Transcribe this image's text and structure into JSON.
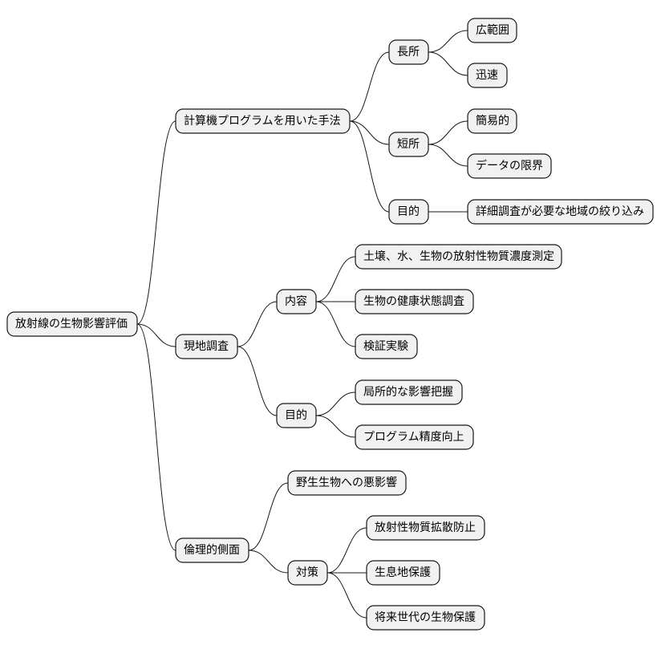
{
  "root": {
    "label": "放射線の生物影響評価",
    "children": [
      {
        "label": "計算機プログラムを用いた手法",
        "children": [
          {
            "label": "長所",
            "children": [
              {
                "label": "広範囲"
              },
              {
                "label": "迅速"
              }
            ]
          },
          {
            "label": "短所",
            "children": [
              {
                "label": "簡易的"
              },
              {
                "label": "データの限界"
              }
            ]
          },
          {
            "label": "目的",
            "children": [
              {
                "label": "詳細調査が必要な地域の絞り込み"
              }
            ]
          }
        ]
      },
      {
        "label": "現地調査",
        "children": [
          {
            "label": "内容",
            "children": [
              {
                "label": "土壌、水、生物の放射性物質濃度測定"
              },
              {
                "label": "生物の健康状態調査"
              },
              {
                "label": "検証実験"
              }
            ]
          },
          {
            "label": "目的",
            "children": [
              {
                "label": "局所的な影響把握"
              },
              {
                "label": "プログラム精度向上"
              }
            ]
          }
        ]
      },
      {
        "label": "倫理的側面",
        "children": [
          {
            "label": "野生生物への悪影響"
          },
          {
            "label": "対策",
            "children": [
              {
                "label": "放射性物質拡散防止"
              },
              {
                "label": "生息地保護"
              },
              {
                "label": "将来世代の生物保護"
              }
            ]
          }
        ]
      }
    ]
  }
}
